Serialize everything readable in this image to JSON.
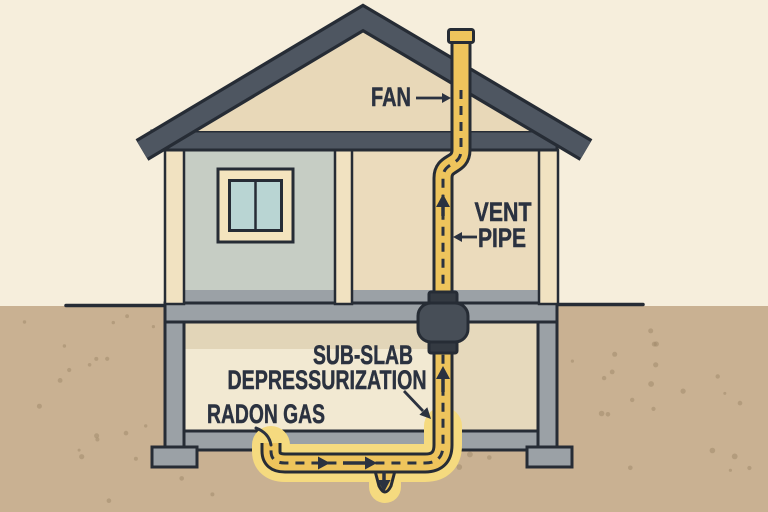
{
  "labels": {
    "fan": "FAN",
    "vent_pipe_line1": "VENT",
    "vent_pipe_line2": "PIPE",
    "subslab_line1": "SUB-SLAB",
    "subslab_line2": "DEPRESSURIZATION",
    "radon_gas": "RADON GAS"
  },
  "colors": {
    "background": "#f6eedc",
    "soil": "#c9b192",
    "speckle": "#a18a6c",
    "outline": "#262c35",
    "roof": "#4e5661",
    "gable": "#e8d8b8",
    "room_left": "#c6cdc4",
    "room_right": "#ebdbbc",
    "stud": "#f1e2c1",
    "window_frame": "#f4e4be",
    "window_glass": "#b9d5d3",
    "floor": "#9ba1a6",
    "basement_left": "#f2e9d2",
    "basement_strip": "#e2d5b8",
    "basement_right": "#e6d9bc",
    "pipe": "#eec45c",
    "pipe_halo": "#f5da7f",
    "fan_body": "#474e57",
    "fan_dark": "#343a42",
    "text": "#2b3240"
  }
}
